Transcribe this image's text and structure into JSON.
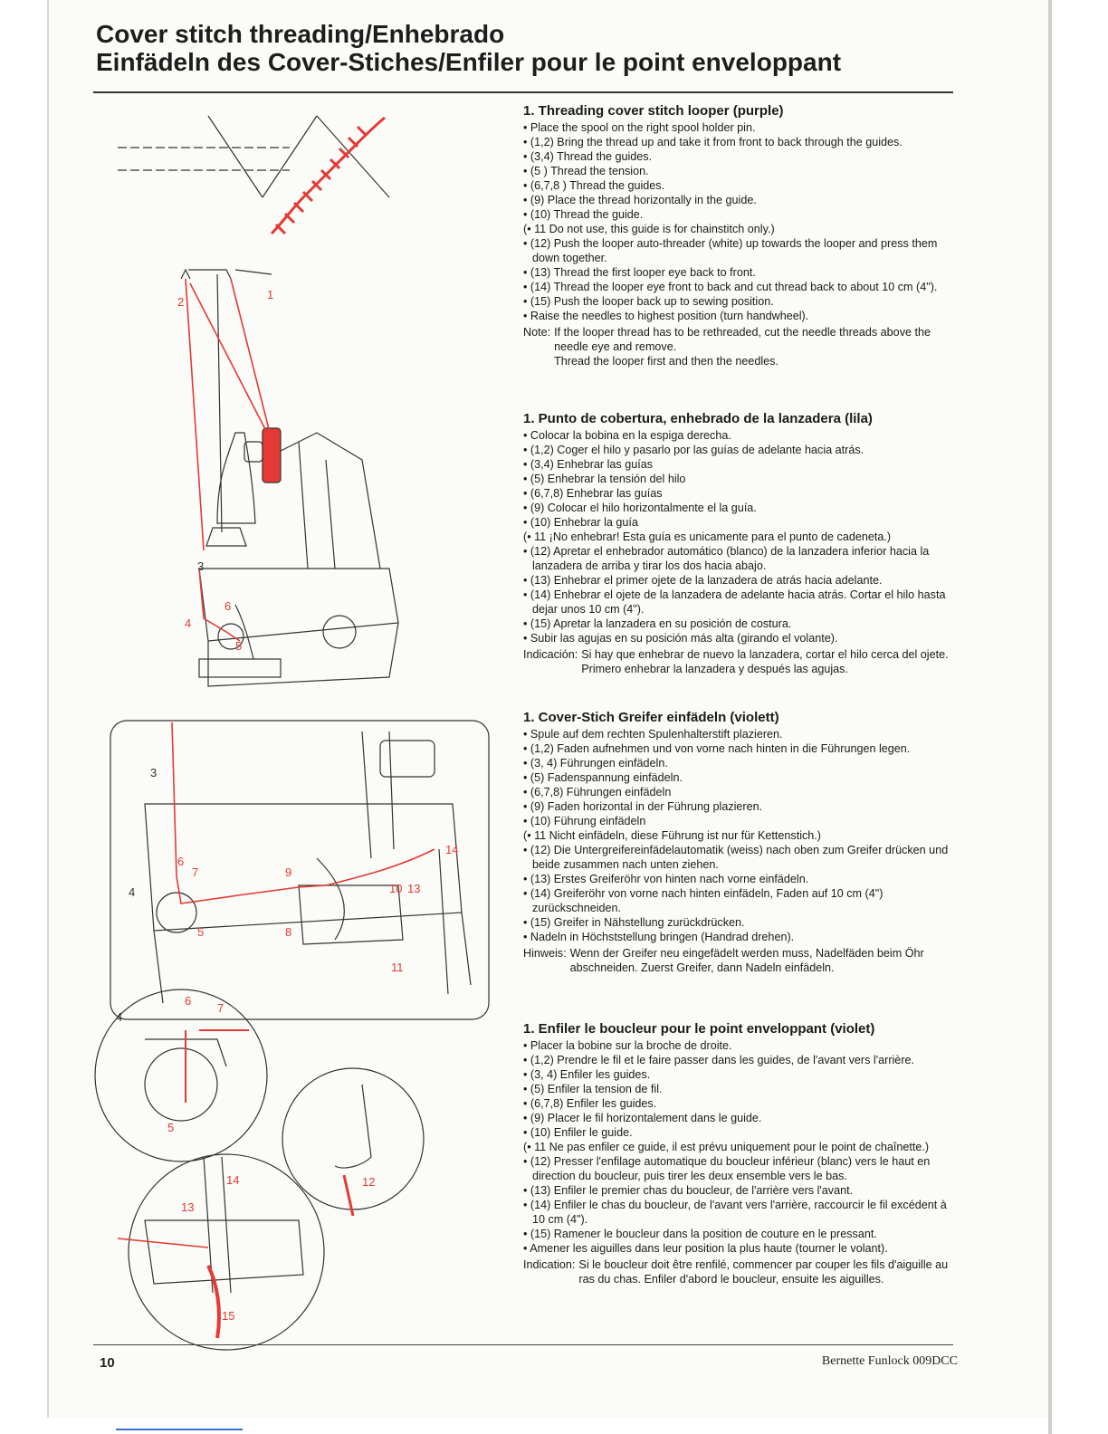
{
  "page": {
    "title_line1": "Cover stitch threading/Enhebrado",
    "title_line2": "Einfädeln des Cover-Stiches/Enfiler pour le point enveloppant",
    "page_number": "10",
    "brand": "Bernette Funlock 009DCC"
  },
  "sections": [
    {
      "heading": "1. Threading cover stitch looper (purple)",
      "items": [
        "• Place the spool on the right spool holder pin.",
        "• (1,2) Bring the thread up and take it from front to back through the guides.",
        "• (3,4) Thread the guides.",
        "• (5 ) Thread the tension.",
        "• (6,7,8 ) Thread the guides.",
        "• (9) Place the thread horizontally in the guide.",
        "• (10) Thread the guide.",
        "(• 11 Do not use, this guide is for chainstitch only.)",
        "• (12) Push the looper auto-threader (white) up towards the looper and press them down together.",
        "• (13) Thread the first looper eye back to front.",
        "• (14) Thread the looper eye front to back and cut thread back to about 10 cm (4\").",
        "• (15) Push the looper back up to sewing position.",
        "• Raise the needles to highest position (turn handwheel)."
      ],
      "note_label": "Note:",
      "note_lines": [
        "If the looper thread has to be rethreaded, cut the needle threads above the needle eye and remove.",
        "Thread the looper first and then the needles."
      ]
    },
    {
      "heading": "1. Punto de cobertura, enhebrado de la lanzadera (lila)",
      "items": [
        "• Colocar la bobina en la espiga derecha.",
        "• (1,2) Coger el hilo y pasarlo por las guías de adelante hacia atrás.",
        "• (3,4) Enhebrar las guías",
        "• (5) Enhebrar la tensión del hilo",
        "• (6,7,8) Enhebrar las guías",
        "• (9) Colocar el hilo horizontalmente el la guía.",
        "• (10) Enhebrar la guía",
        "(• 11 ¡No enhebrar! Esta guía es unicamente para el punto de cadeneta.)",
        "• (12) Apretar el enhebrador automático (blanco) de la lanzadera inferior hacia la lanzadera de arriba y tirar los dos hacia abajo.",
        "• (13) Enhebrar el primer ojete de la lanzadera de atrás hacia adelante.",
        "• (14) Enhebrar el ojete de la lanzadera de adelante hacia atrás. Cortar el hilo hasta dejar unos 10 cm (4\").",
        "• (15) Apretar la lanzadera en su posición de costura.",
        "• Subir las agujas en su posición más alta (girando el volante)."
      ],
      "note_label": "Indicación:",
      "note_lines": [
        "Si hay que enhebrar de nuevo la lanzadera, cortar el hilo cerca del ojete. Primero enhebrar la lanzadera y después las agujas."
      ]
    },
    {
      "heading": "1. Cover-Stich Greifer einfädeln (violett)",
      "items": [
        "• Spule auf dem rechten Spulenhalterstift plazieren.",
        "• (1,2) Faden aufnehmen und von vorne nach hinten in die Führungen legen.",
        "• (3, 4) Führungen einfädeln.",
        "• (5) Fadenspannung einfädeln.",
        "• (6,7,8) Führungen einfädeln",
        "• (9) Faden horizontal in der Führung plazieren.",
        "• (10) Führung einfädeln",
        "(• 11 Nicht einfädeln, diese Führung ist nur für Kettenstich.)",
        "• (12) Die Untergreifereinfädelautomatik (weiss) nach oben zum Greifer drücken und beide zusammen nach unten ziehen.",
        "• (13) Erstes Greiferöhr von hinten nach vorne einfädeln.",
        "• (14) Greiferöhr von vorne nach hinten einfädeln, Faden auf  10 cm (4\") zurückschneiden.",
        "• (15) Greifer in Nähstellung zurückdrücken.",
        "•  Nadeln in Höchststellung bringen (Handrad drehen)."
      ],
      "note_label": "Hinweis:",
      "note_lines": [
        "Wenn der Greifer neu eingefädelt werden muss, Nadelfäden beim Öhr abschneiden. Zuerst Greifer, dann Nadeln einfädeln."
      ]
    },
    {
      "heading": "1. Enfiler le boucleur pour le point enveloppant (violet)",
      "items": [
        "• Placer la bobine sur la broche de droite.",
        "• (1,2) Prendre le fil et le faire passer dans les guides, de l'avant vers l'arrière.",
        "• (3, 4) Enfiler les guides.",
        "• (5) Enfiler la tension de fil.",
        "• (6,7,8) Enfiler les guides.",
        "• (9) Placer le fil horizontalement dans le guide.",
        "• (10) Enfiler le guide.",
        "(• 11 Ne pas enfiler ce guide, il est prévu uniquement pour le point de chaînette.)",
        "• (12) Presser l'enfilage automatique du boucleur inférieur (blanc) vers le haut en direction du boucleur, puis tirer les deux ensemble vers le bas.",
        "• (13) Enfiler le premier chas du boucleur, de l'arrière vers l'avant.",
        "• (14) Enfiler le chas du boucleur, de l'avant vers l'arrière, raccourcir le fil excédent à 10 cm (4\").",
        "• (15) Ramener le boucleur dans la position de couture en le pressant.",
        "• Amener les aiguilles dans leur position la plus haute (tourner le volant)."
      ],
      "note_label": "Indication:",
      "note_lines": [
        "Si le boucleur doit être renfilé, commencer par couper les fils d'aiguille au ras du chas. Enfiler d'abord le boucleur, ensuite les aiguilles."
      ]
    }
  ],
  "illustration": {
    "callouts": [
      "1",
      "2",
      "3",
      "4",
      "5",
      "6",
      "3",
      "4",
      "5",
      "6",
      "7",
      "8",
      "9",
      "10",
      "11",
      "13",
      "14",
      "12",
      "13",
      "14",
      "15",
      "4",
      "5",
      "6",
      "7"
    ]
  },
  "colors": {
    "thread": "#e53935",
    "text": "#1a1a1a",
    "rule": "#333333"
  }
}
